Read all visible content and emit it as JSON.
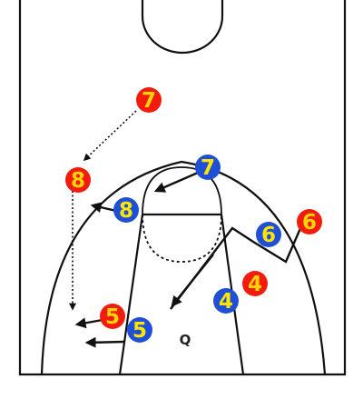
{
  "diagram": {
    "colors": {
      "offense_fill": "#f21c0c",
      "offense_text": "#ffd400",
      "defense_fill": "#1f4fd6",
      "defense_text": "#ffe600",
      "lines": "#111111"
    },
    "offense": [
      {
        "label": "7"
      },
      {
        "label": "8"
      },
      {
        "label": "6"
      },
      {
        "label": "4"
      },
      {
        "label": "5"
      }
    ],
    "defense": [
      {
        "label": "7"
      },
      {
        "label": "8"
      },
      {
        "label": "6"
      },
      {
        "label": "4"
      },
      {
        "label": "5"
      }
    ],
    "ball": {
      "label": "Q"
    }
  }
}
